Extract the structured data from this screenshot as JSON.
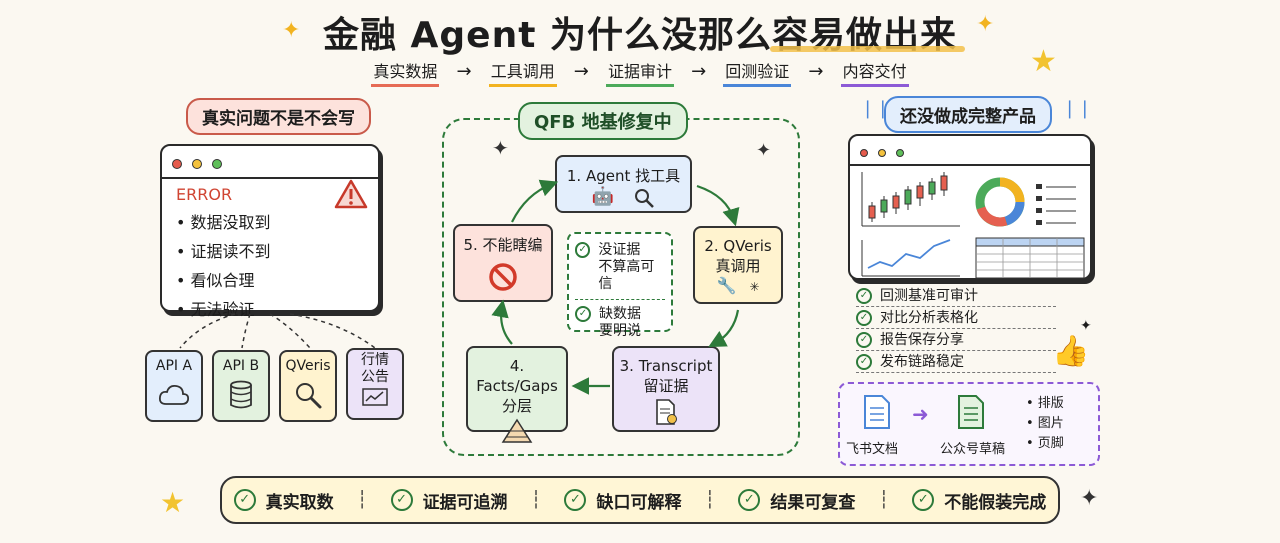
{
  "title": "金融 Agent 为什么没那么容易做出来",
  "flow": [
    "真实数据",
    "工具调用",
    "证据审计",
    "回测验证",
    "内容交付"
  ],
  "flow_arrow": "→",
  "left": {
    "tag": "真实问题不是不会写",
    "error_title": "ERROR",
    "errors": [
      "• 数据没取到",
      "• 证据读不到",
      "• 看似合理",
      "• 无法验证"
    ],
    "apis": [
      {
        "label": "API A"
      },
      {
        "label": "API B"
      },
      {
        "label": "QVeris"
      },
      {
        "label": "行情\n公告"
      }
    ]
  },
  "center": {
    "tag": "QFB 地基修复中",
    "steps": [
      {
        "label": "1. Agent 找工具"
      },
      {
        "label": "2. QVeris\n真调用"
      },
      {
        "label": "3. Transcript\n留证据"
      },
      {
        "label": "4. Facts/Gaps\n分层"
      },
      {
        "label": "5. 不能瞎编"
      }
    ],
    "rules": [
      "没证据\n不算高可信",
      "缺数据\n要明说"
    ]
  },
  "right": {
    "tag": "还没做成完整产品",
    "checks": [
      "回测基准可审计",
      "对比分析表格化",
      "报告保存分享",
      "发布链路稳定"
    ],
    "delivery": {
      "from": "飞书文档",
      "to": "公众号草稿",
      "items": [
        "• 排版",
        "• 图片",
        "• 页脚"
      ]
    }
  },
  "bottom": [
    "真实取数",
    "证据可追溯",
    "缺口可解释",
    "结果可复查",
    "不能假装完成"
  ],
  "colors": {
    "red_tag": "#fde2dc",
    "blue_tag": "#e3eefc",
    "green_tag": "#e3f2df",
    "bottom": "#fff6d6",
    "accent_green": "#2d7a3a",
    "purple": "#8c5ad6"
  }
}
